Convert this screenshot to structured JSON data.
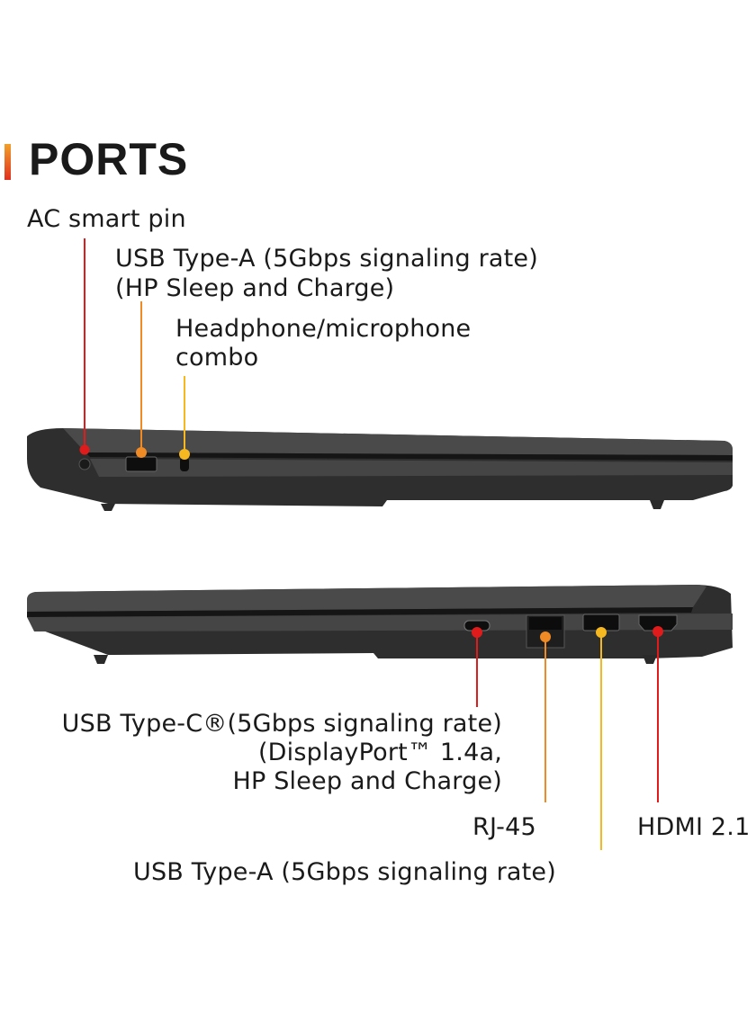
{
  "title": "PORTS",
  "colors": {
    "red": "#e01b1b",
    "orange": "#f08a24",
    "yellow": "#f5b820",
    "body": "#2b2b2b"
  },
  "left_side": {
    "labels": [
      {
        "lines": [
          "AC smart pin"
        ],
        "marker": "red"
      },
      {
        "lines": [
          "USB Type-A (5Gbps signaling rate)",
          "(HP Sleep and Charge)"
        ],
        "marker": "orange"
      },
      {
        "lines": [
          "Headphone/microphone",
          "combo"
        ],
        "marker": "yellow"
      }
    ]
  },
  "right_side": {
    "labels": [
      {
        "lines": [
          "USB Type-C®(5Gbps signaling rate)",
          "(DisplayPort™ 1.4a,",
          "HP Sleep and Charge)"
        ],
        "marker": "red"
      },
      {
        "lines": [
          "RJ-45"
        ],
        "marker": "orange"
      },
      {
        "lines": [
          "USB Type-A (5Gbps signaling rate)"
        ],
        "marker": "yellow"
      },
      {
        "lines": [
          "HDMI 2.1"
        ],
        "marker": "red"
      }
    ]
  }
}
